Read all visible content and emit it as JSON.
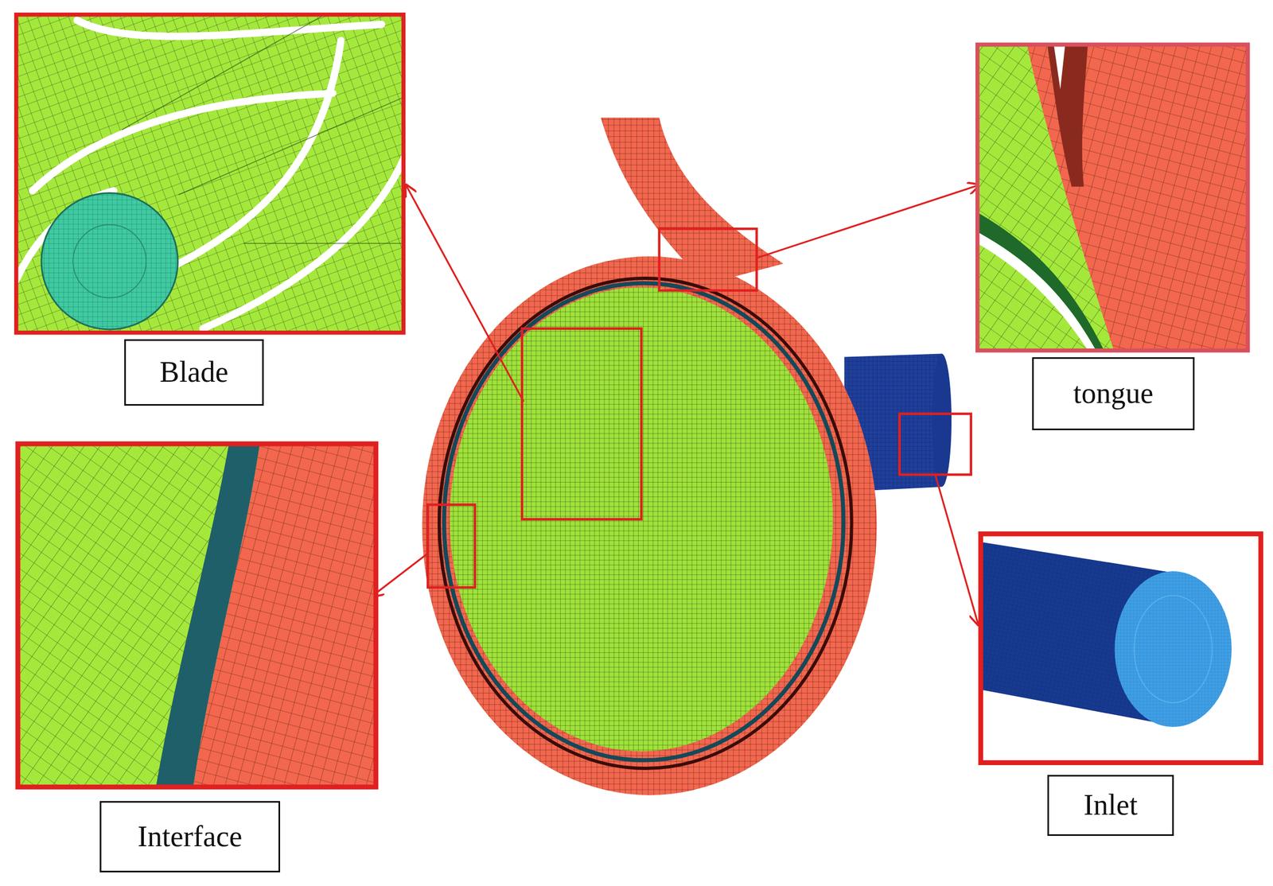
{
  "diagram": {
    "nodes": [
      {
        "text": [
          "Blade"
        ]
      },
      {
        "text": [
          "tongue"
        ]
      },
      {
        "text": [
          "Interface"
        ]
      },
      {
        "text": [
          "Inlet"
        ]
      }
    ]
  }
}
